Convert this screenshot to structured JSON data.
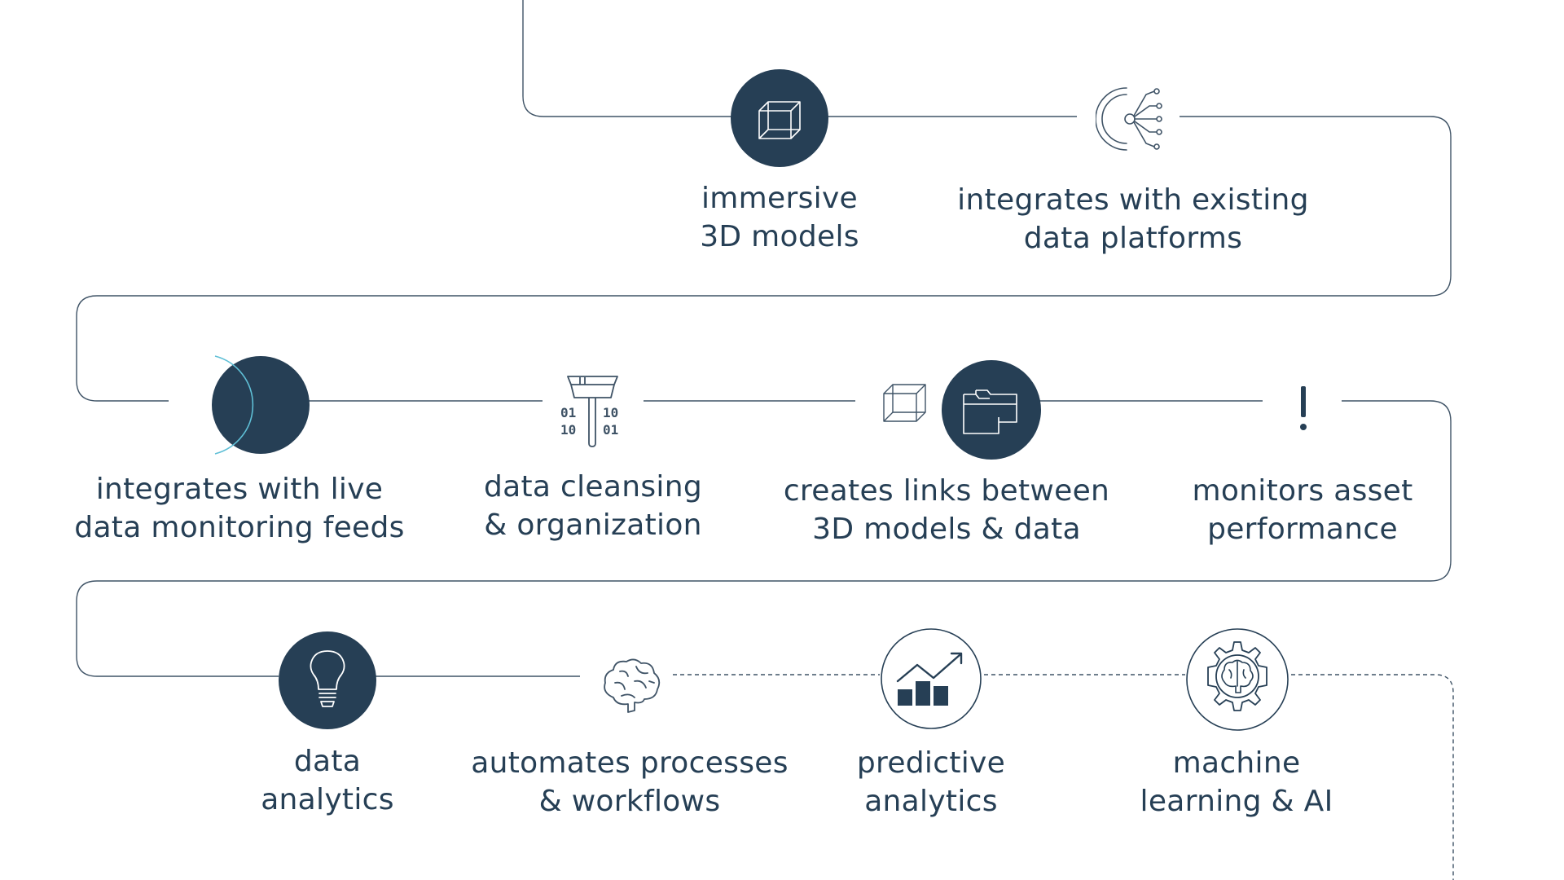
{
  "colors": {
    "primary": "#263f55",
    "line": "#3f5366",
    "accent": "#5fbfd6",
    "background": "#ffffff"
  },
  "steps": [
    {
      "id": "immersive",
      "icon": "cube-icon",
      "lines": [
        "immersive",
        "3D models"
      ]
    },
    {
      "id": "integrates-existing",
      "icon": "data-network-icon",
      "lines": [
        "integrates with existing",
        "data platforms"
      ]
    },
    {
      "id": "integrates-live",
      "icon": "live-feed-icon",
      "lines": [
        "integrates with live",
        "data monitoring feeds"
      ]
    },
    {
      "id": "data-cleansing",
      "icon": "broom-binary-icon",
      "lines": [
        "data cleansing",
        "& organization"
      ]
    },
    {
      "id": "creates-links",
      "icon": "cube-folder-icon",
      "lines": [
        "creates links between",
        "3D models & data"
      ]
    },
    {
      "id": "monitors-asset",
      "icon": "exclamation-icon",
      "lines": [
        "monitors asset",
        "performance"
      ]
    },
    {
      "id": "data-analytics",
      "icon": "lightbulb-icon",
      "lines": [
        "data",
        "analytics"
      ]
    },
    {
      "id": "automates",
      "icon": "brain-icon",
      "lines": [
        "automates processes",
        "& workflows"
      ]
    },
    {
      "id": "predictive",
      "icon": "chart-trend-icon",
      "lines": [
        "predictive",
        "analytics"
      ]
    },
    {
      "id": "machine-learning",
      "icon": "gear-brain-icon",
      "lines": [
        "machine",
        "learning & AI"
      ]
    }
  ]
}
